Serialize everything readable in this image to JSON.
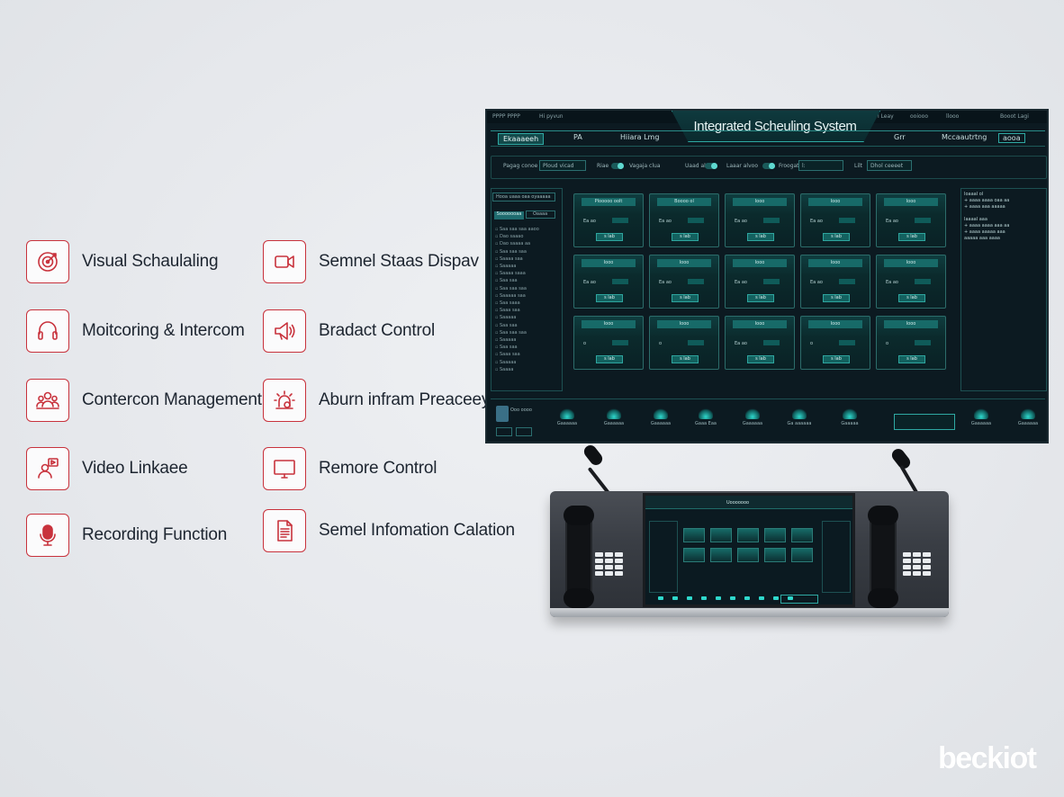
{
  "features": [
    {
      "label": "Visual Schaulaling",
      "icon": "target-icon"
    },
    {
      "label": "Semnel Staas Dispav",
      "icon": "video-camera-icon"
    },
    {
      "label": "Moitcoring & Intercom",
      "icon": "headset-icon"
    },
    {
      "label": "Bradact Control",
      "icon": "megaphone-icon"
    },
    {
      "label": "Contercon Management",
      "icon": "users-icon"
    },
    {
      "label": "Aburn infram Preaceey",
      "icon": "alarm-light-icon"
    },
    {
      "label": "Video Linkaee",
      "icon": "user-video-icon"
    },
    {
      "label": "Remore Control",
      "icon": "monitor-icon"
    },
    {
      "label": "Recording Function",
      "icon": "microphone-icon"
    },
    {
      "label": "Semel Infomation Calation",
      "icon": "document-icon"
    }
  ],
  "monitor": {
    "title": "Integrated Scheuling System",
    "topbar_left": "PPPP PPPP",
    "topbar_mid": "Hi pyvun",
    "topbar_right": [
      "Vi Leay",
      "ooiooo",
      "llooo",
      "Booot Lagi"
    ],
    "nav_tabs": [
      "Ekaaaeeh",
      "PA",
      "Hiiara Lmg",
      "Grr",
      "Mccaautrtng",
      "aooa"
    ],
    "filters": [
      {
        "label": "Pagag conoe",
        "value": "Ploud vicad"
      },
      {
        "label": "Riae",
        "value": ""
      },
      {
        "label": "Vagaja clua",
        "value": ""
      },
      {
        "label": "Uaad al",
        "value": ""
      },
      {
        "label": "Laaar alvoo",
        "value": ""
      },
      {
        "label": "Froogat",
        "value": "l:"
      },
      {
        "label": "Lilt",
        "value": "Dhol ceeeet"
      }
    ],
    "left_panel": {
      "search": "Hooa uaaa oaa oyaaaaa",
      "tabs": [
        "Sooooooaa",
        "Oaaaa"
      ],
      "tree": [
        "Saa saa saa aaoo",
        "Dao saaao",
        "Dao saaaa aa",
        "Saa saa saa",
        "Saaaa saa",
        "Saaaaa",
        "Saaaa saaa",
        "Saa saa",
        "Saa saa saa",
        "Saaaaa saa",
        "Saa saaa",
        "Saaa saa",
        "Saaaaa",
        "Saa saa",
        "Saa saa saa",
        "Saaaaa",
        "Saa saa",
        "Saaa saa",
        "Saaaaa",
        "Saaaa"
      ]
    },
    "cards": [
      {
        "head": "Plooooo oolt",
        "m": "Ea ao",
        "b": "s lab"
      },
      {
        "head": "Boooo ol",
        "m": "Ea ao",
        "b": "s lab"
      },
      {
        "head": "Iooo",
        "m": "Ea ao",
        "b": "s lab"
      },
      {
        "head": "Iooo",
        "m": "Ea ao",
        "b": "s lab"
      },
      {
        "head": "Iooo",
        "m": "Ea ao",
        "b": "s lab"
      },
      {
        "head": "Iooo",
        "m": "Ea ao",
        "b": "s lab"
      },
      {
        "head": "Iooo",
        "m": "Ea ao",
        "b": "s lab"
      },
      {
        "head": "Iooo",
        "m": "Ea ao",
        "b": "s lab"
      },
      {
        "head": "Iooo",
        "m": "Ea ao",
        "b": "s lab"
      },
      {
        "head": "Iooo",
        "m": "Ea ao",
        "b": "s lab"
      },
      {
        "head": "Iooo",
        "m": "o",
        "b": "s lab"
      },
      {
        "head": "Iooo",
        "m": "o",
        "b": "s lab"
      },
      {
        "head": "Iooo",
        "m": "Ea ao",
        "b": "s lab"
      },
      {
        "head": "Iooo",
        "m": "o",
        "b": "s lab"
      },
      {
        "head": "Iooo",
        "m": "o",
        "b": "s lab"
      }
    ],
    "right_panel": [
      "Ioaaal ol",
      "+ aaaa aaaa oaa aa",
      "+ aaaa aaa aaaaa",
      "",
      "Iaaaal aaa",
      "+ aaaa aaaa aaa aa",
      "+ aaaa aaaaa aaa",
      "aaaaa aaa aaaa"
    ],
    "bottom_items": [
      "Gaaaaaa",
      "Gaaaaaa",
      "Gaaaaaa",
      "Gaaa Eaa",
      "Gaaaaaa",
      "Ga aaaaaa",
      "Gaaaaa",
      "Gaaaaaa",
      "Gaaaaaa"
    ],
    "bottom_left": "Ooo oooo"
  },
  "console_screen_title": "Uooooooo",
  "logo": "beckiot"
}
